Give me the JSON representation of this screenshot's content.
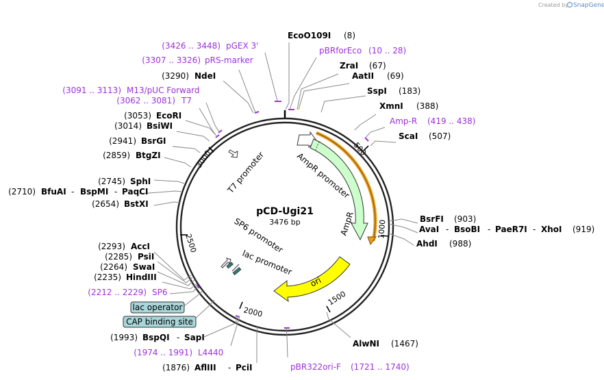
{
  "credit": {
    "text": "Created by",
    "brand": "SnapGene"
  },
  "plasmid": {
    "name": "pCD-Ugi21",
    "size": "3476 bp"
  },
  "ticks": [
    "500",
    "1000",
    "1500",
    "2000",
    "2500",
    "3000"
  ],
  "features": {
    "t7_promoter": "T7 promoter",
    "ampr_promoter": "AmpR promoter",
    "ampr": "AmpR",
    "ori": "ori",
    "sp6_promoter": "SP6 promoter",
    "lac_promoter": "lac promoter",
    "lac_operator": "lac operator",
    "cap_site": "CAP binding site"
  },
  "colors": {
    "primer": "#9b30d9",
    "ampr": "#ccffcc",
    "ori": "#ffff00",
    "lac_box": "#a9d6d9"
  },
  "right_labels": [
    {
      "name": "EcoO109I",
      "pos": "(8)"
    },
    {
      "primer": "pBRforEco",
      "range": "(10 .. 28)"
    },
    {
      "name": "ZraI",
      "pos": "(67)"
    },
    {
      "name": "AatII",
      "pos": "(69)"
    },
    {
      "name": "SspI",
      "pos": "(183)"
    },
    {
      "name": "XmnI",
      "pos": "(388)"
    },
    {
      "primer": "Amp-R",
      "range": "(419 .. 438)"
    },
    {
      "name": "ScaI",
      "pos": "(507)"
    },
    {
      "name": "BsrFI",
      "pos": "(903)"
    },
    {
      "names": [
        "AvaI",
        "BsoBI",
        "PaeR7I",
        "XhoI"
      ],
      "pos": "(919)"
    },
    {
      "name": "AhdI",
      "pos": "(988)"
    },
    {
      "name": "AlwNI",
      "pos": "(1467)"
    },
    {
      "primer": "pBR322ori-F",
      "range": "(1721 .. 1740)"
    }
  ],
  "left_labels": [
    {
      "primer": "pGEX 3'",
      "range": "(3426 .. 3448)"
    },
    {
      "primer": "pRS-marker",
      "range": "(3307 .. 3326)"
    },
    {
      "name": "NdeI",
      "pos": "(3290)"
    },
    {
      "primer": "M13/pUC Forward",
      "range": "(3091 .. 3113)"
    },
    {
      "primer": "T7",
      "range": "(3062 .. 3081)"
    },
    {
      "name": "EcoRI",
      "pos": "(3053)"
    },
    {
      "name": "BsiWI",
      "pos": "(3014)"
    },
    {
      "name": "BsrGI",
      "pos": "(2941)"
    },
    {
      "name": "BtgZI",
      "pos": "(2859)"
    },
    {
      "name": "SphI",
      "pos": "(2745)"
    },
    {
      "names": [
        "BfuAI",
        "BspMI",
        "PaqCI"
      ],
      "pos": "(2710)"
    },
    {
      "name": "BstXI",
      "pos": "(2654)"
    },
    {
      "name": "AccI",
      "pos": "(2293)"
    },
    {
      "name": "PsiI",
      "pos": "(2285)"
    },
    {
      "name": "SwaI",
      "pos": "(2264)"
    },
    {
      "name": "HindIII",
      "pos": "(2235)"
    },
    {
      "primer": "SP6",
      "range": "(2212 .. 2229)"
    },
    {
      "names": [
        "BspQI",
        "SapI"
      ],
      "pos": "(1993)"
    },
    {
      "primer": "L4440",
      "range": "(1974 .. 1991)"
    },
    {
      "names": [
        "AflIII",
        "PciI"
      ],
      "pos": "(1876)"
    }
  ]
}
